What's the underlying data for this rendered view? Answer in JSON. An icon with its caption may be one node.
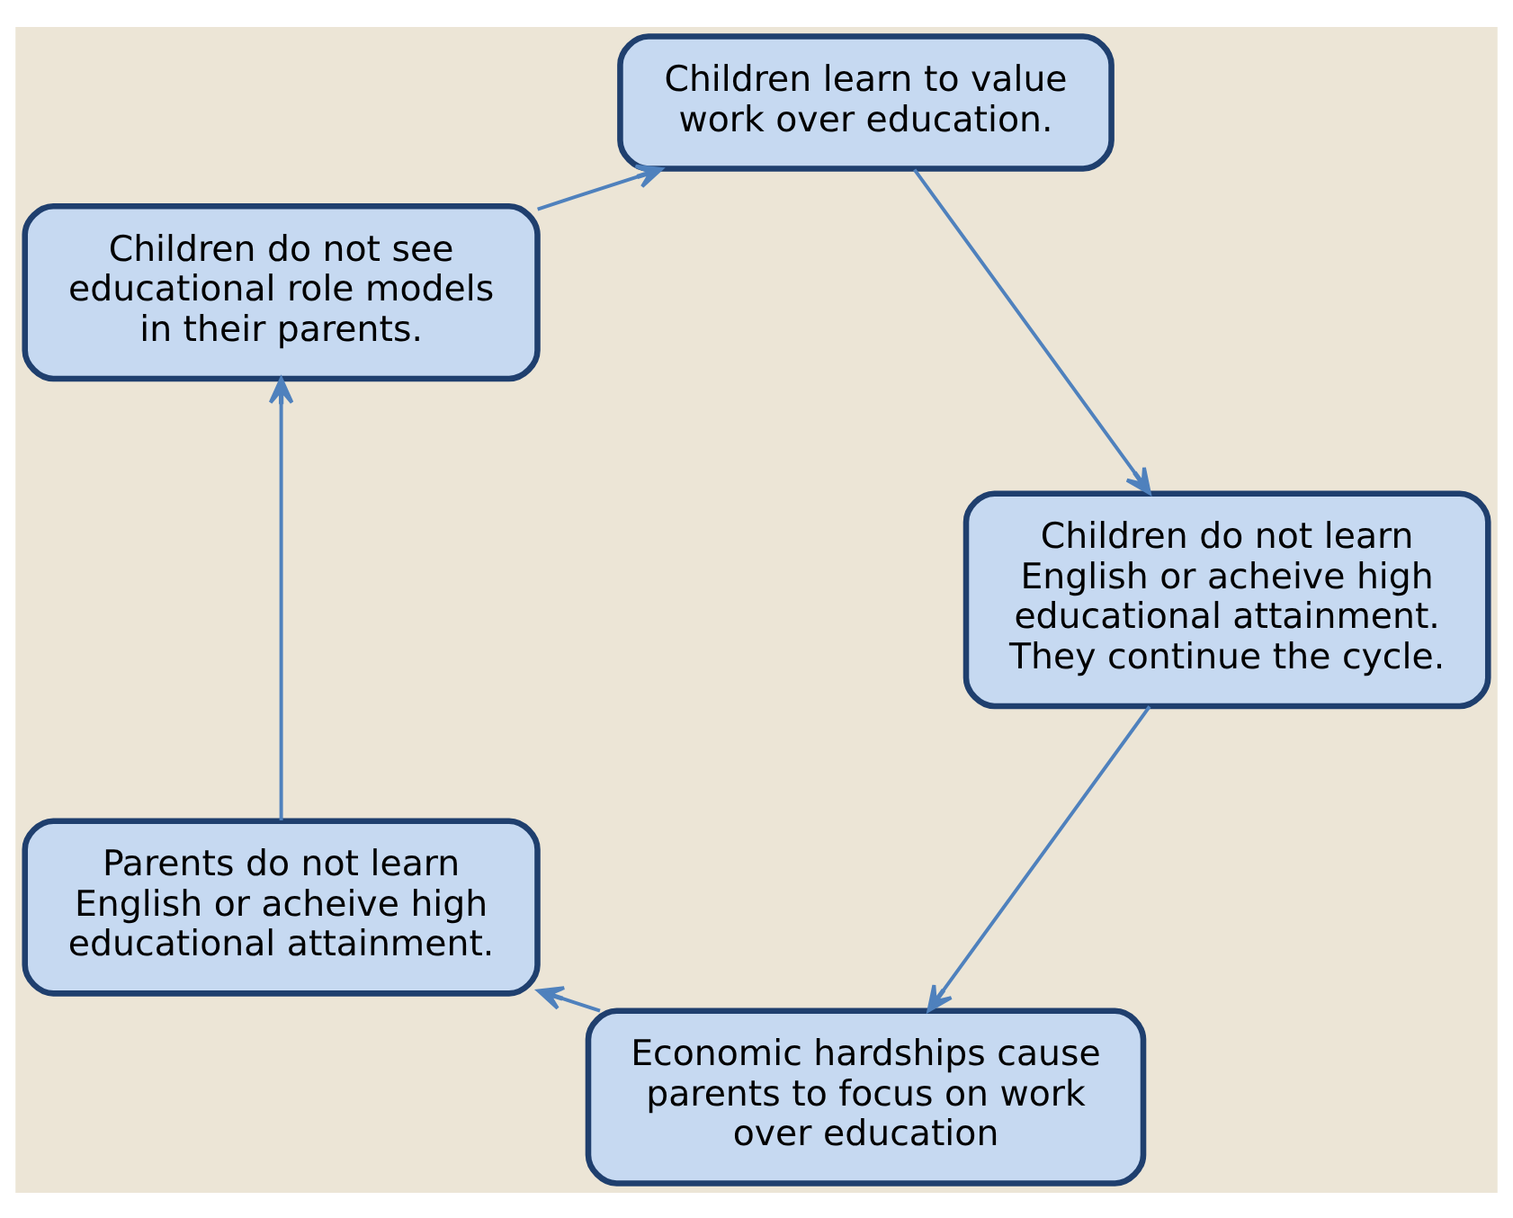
{
  "diagram": {
    "nodes": [
      {
        "text": [
          "Economic hardships cause parents to focus on work over education"
        ]
      },
      {
        "text": [
          "Parents do not learn English or acheive high educational attainment."
        ]
      },
      {
        "text": [
          "Children do not see educational role models in their parents."
        ]
      },
      {
        "text": [
          "Children learn to value work over education."
        ]
      },
      {
        "text": [
          "Children do not learn English or acheive high educational attainment. They continue the cycle."
        ]
      }
    ],
    "edges": [
      {
        "from": 0,
        "to": 1,
        "arrow": "to"
      },
      {
        "from": 1,
        "to": 2,
        "arrow": "to"
      },
      {
        "from": 2,
        "to": 3,
        "arrow": "to"
      },
      {
        "from": 3,
        "to": 4,
        "arrow": "to"
      },
      {
        "from": 4,
        "to": 0,
        "arrow": "to"
      }
    ]
  }
}
